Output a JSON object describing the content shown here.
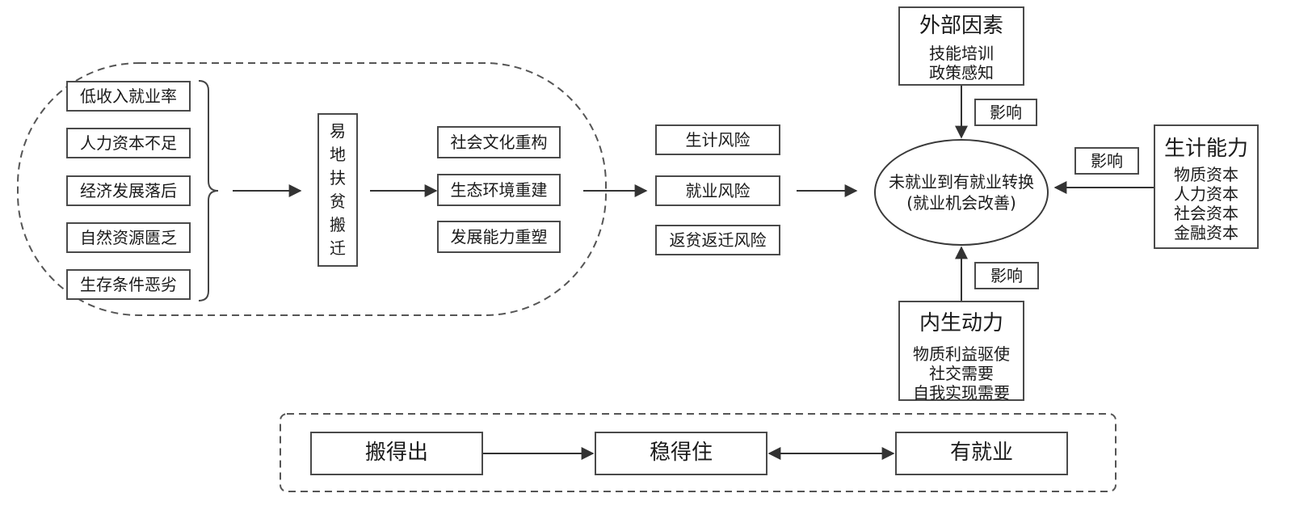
{
  "causes": [
    "低收入就业率",
    "人力资本不足",
    "经济发展落后",
    "自然资源匮乏",
    "生存条件恶劣"
  ],
  "relocation_chars": [
    "易",
    "地",
    "扶",
    "贫",
    "搬",
    "迁"
  ],
  "reconstruct": [
    "社会文化重构",
    "生态环境重建",
    "发展能力重塑"
  ],
  "risks": [
    "生计风险",
    "就业风险",
    "返贫返迁风险"
  ],
  "outcome": {
    "line1": "未就业到有就业转换",
    "line2": "(就业机会改善)"
  },
  "external": {
    "title": "外部因素",
    "items": [
      "技能培训",
      "政策感知"
    ]
  },
  "livelihood": {
    "title": "生计能力",
    "items": [
      "物质资本",
      "人力资本",
      "社会资本",
      "金融资本"
    ]
  },
  "internal": {
    "title": "内生动力",
    "items": [
      "物质利益驱使",
      "社交需要",
      "自我实现需要"
    ]
  },
  "influence_label": "影响",
  "stages": [
    "搬得出",
    "稳得住",
    "有就业"
  ]
}
